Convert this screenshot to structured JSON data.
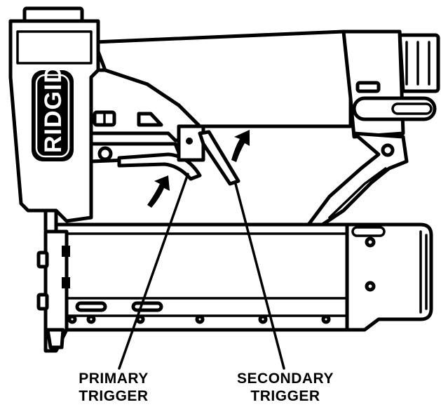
{
  "brand": {
    "logo_text": "RIDGID"
  },
  "callouts": {
    "primary_trigger": {
      "line1": "PRIMARY",
      "line2": "TRIGGER"
    },
    "secondary_trigger": {
      "line1": "SECONDARY",
      "line2": "TRIGGER"
    }
  }
}
